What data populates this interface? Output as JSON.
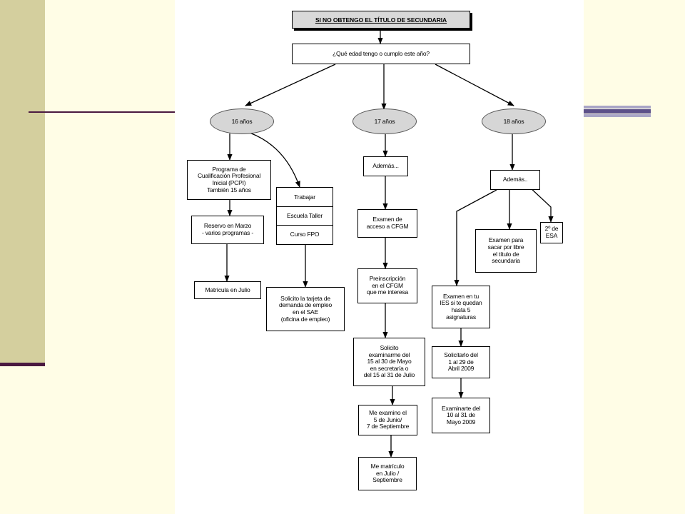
{
  "diagram": {
    "title": "SI NO OBTENGO EL TÍTULO DE SECUNDARIA",
    "question": "¿Qué edad tengo o cumplo este año?",
    "ages": {
      "age16": "16 años",
      "age17": "17 años",
      "age18": "18 años"
    },
    "branch16": {
      "pcpi": "Programa de\nCualificación Profesional\nInicial (PCPI)\nTambién 15 años",
      "reserva": "Reservo en Marzo\n- varios programas -",
      "matricula": "Matrícula en Julio",
      "options": [
        "Trabajar",
        "Escuela Taller",
        "Curso FPO"
      ],
      "tarjeta": "Solicito la tarjeta de\ndemanda de empleo\nen el SAE\n(oficina de empleo)"
    },
    "branch17": {
      "ademas": "Además...",
      "examen": "Examen de\nacceso a CFGM",
      "preinscripcion": "Preinscripción\nen el CFGM\nque me interesa",
      "solicito": "Solicito\nexaminarme del\n15 al 30 de Mayo\nen secretaría o\ndel 15 al 31 de Julio",
      "examino": "Me examino el\n5 de Junio/\n7 de Septiembre",
      "matriculo": "Me matrículo\nen Julio /\nSeptiembre"
    },
    "branch18": {
      "ademas": "Además..",
      "examen_libre": "Examen para\nsacar por libre\nel título de\nsecundaria",
      "esa": "2º de\nESA",
      "examen_ies": "Examen en tu\nIES si te quedan\nhasta 5\nasignaturas",
      "solicitarlo": "Solicitarlo del\n1 al 29 de\nAbril 2009",
      "examinarte": "Examinarte del\n10 al 31 de\nMayo 2009"
    }
  }
}
